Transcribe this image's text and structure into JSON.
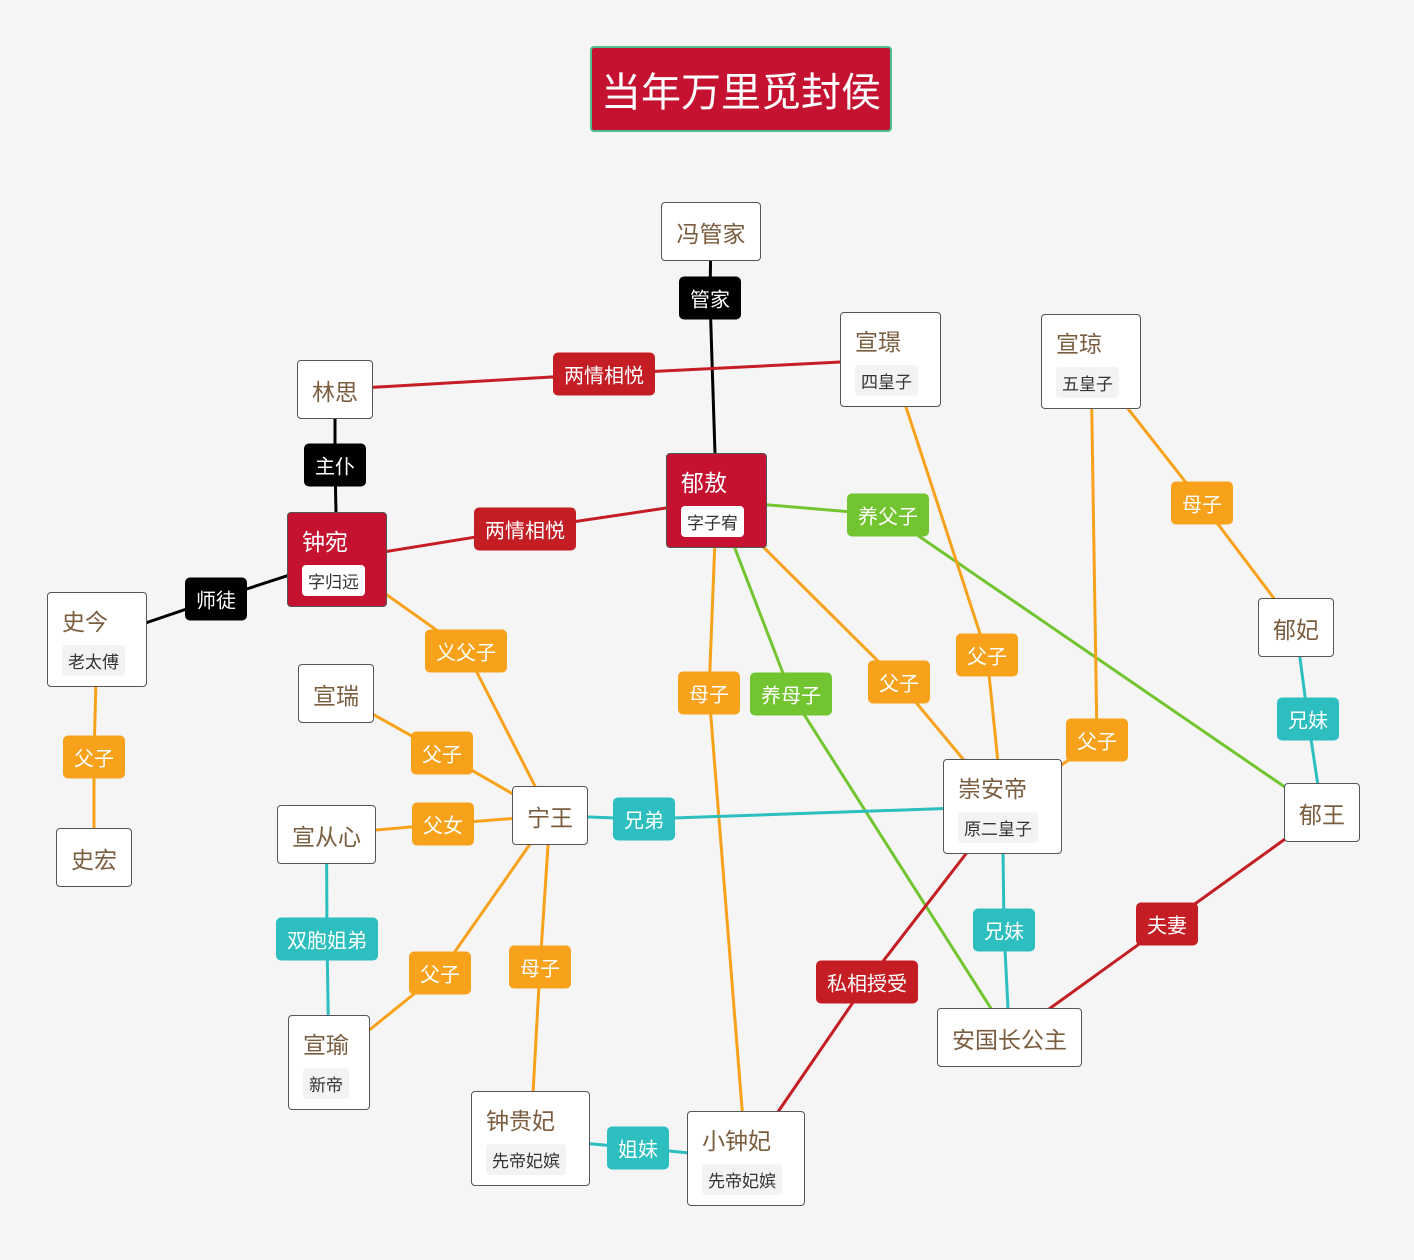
{
  "title": "当年万里觅封侯",
  "colors": {
    "red": "#c41d24",
    "black": "#000000",
    "orange": "#f8a21c",
    "green": "#72c530",
    "teal": "#2dbfc0",
    "node_red": "#c41230"
  },
  "nodes": [
    {
      "id": "feng",
      "name": "冯管家"
    },
    {
      "id": "linsi",
      "name": "林思"
    },
    {
      "id": "xuanjing",
      "name": "宣璟",
      "sub": "四皇子"
    },
    {
      "id": "xuanqiong",
      "name": "宣琼",
      "sub": "五皇子"
    },
    {
      "id": "yuao",
      "name": "郁敖",
      "sub": "字子宥",
      "highlight": true
    },
    {
      "id": "zhongwan",
      "name": "钟宛",
      "sub": "字归远",
      "highlight": true
    },
    {
      "id": "shijin",
      "name": "史今",
      "sub": "老太傅"
    },
    {
      "id": "yufei",
      "name": "郁妃"
    },
    {
      "id": "xuanrui",
      "name": "宣瑞"
    },
    {
      "id": "ningwang",
      "name": "宁王"
    },
    {
      "id": "xuancongxin",
      "name": "宣从心"
    },
    {
      "id": "chongan",
      "name": "崇安帝",
      "sub": "原二皇子"
    },
    {
      "id": "yuwang",
      "name": "郁王"
    },
    {
      "id": "shihong",
      "name": "史宏"
    },
    {
      "id": "xuanyu",
      "name": "宣瑜",
      "sub": "新帝"
    },
    {
      "id": "anguo",
      "name": "安国长公主"
    },
    {
      "id": "zhongguifei",
      "name": "钟贵妃",
      "sub": "先帝妃嫔"
    },
    {
      "id": "xiaozhongfei",
      "name": "小钟妃",
      "sub": "先帝妃嫔"
    }
  ],
  "edges": [
    {
      "from": "feng",
      "to": "yuao",
      "label": "管家",
      "type": "black"
    },
    {
      "from": "linsi",
      "to": "xuanjing",
      "label": "两情相悦",
      "type": "red"
    },
    {
      "from": "linsi",
      "to": "zhongwan",
      "label": "主仆",
      "type": "black"
    },
    {
      "from": "zhongwan",
      "to": "yuao",
      "label": "两情相悦",
      "type": "red"
    },
    {
      "from": "zhongwan",
      "to": "shijin",
      "label": "师徒",
      "type": "black"
    },
    {
      "from": "yuao",
      "to": "yuwang",
      "label": "养父子",
      "type": "green"
    },
    {
      "from": "xuanqiong",
      "to": "yufei",
      "label": "母子",
      "type": "orange"
    },
    {
      "from": "shijin",
      "to": "shihong",
      "label": "父子",
      "type": "orange"
    },
    {
      "from": "zhongwan",
      "to": "ningwang",
      "label": "义父子",
      "type": "orange"
    },
    {
      "from": "yuao",
      "to": "xiaozhongfei",
      "label": "母子",
      "type": "orange"
    },
    {
      "from": "yuao",
      "to": "anguo",
      "label": "养母子",
      "type": "green"
    },
    {
      "from": "yuao",
      "to": "chongan",
      "label": "父子",
      "type": "orange"
    },
    {
      "from": "xuanjing",
      "to": "chongan",
      "label": "父子",
      "type": "orange"
    },
    {
      "from": "xuanqiong",
      "to": "chongan",
      "label": "父子",
      "type": "orange"
    },
    {
      "from": "yufei",
      "to": "yuwang",
      "label": "兄妹",
      "type": "teal"
    },
    {
      "from": "xuanrui",
      "to": "ningwang",
      "label": "父子",
      "type": "orange"
    },
    {
      "from": "xuancongxin",
      "to": "ningwang",
      "label": "父女",
      "type": "orange"
    },
    {
      "from": "ningwang",
      "to": "chongan",
      "label": "兄弟",
      "type": "teal"
    },
    {
      "from": "xuancongxin",
      "to": "xuanyu",
      "label": "双胞姐弟",
      "type": "teal"
    },
    {
      "from": "ningwang",
      "to": "xuanyu",
      "label": "父子",
      "type": "orange"
    },
    {
      "from": "ningwang",
      "to": "zhongguifei",
      "label": "母子",
      "type": "orange"
    },
    {
      "from": "chongan",
      "to": "xiaozhongfei",
      "label": "私相授受",
      "type": "red"
    },
    {
      "from": "chongan",
      "to": "anguo",
      "label": "兄妹",
      "type": "teal"
    },
    {
      "from": "yuwang",
      "to": "anguo",
      "label": "夫妻",
      "type": "red"
    },
    {
      "from": "zhongguifei",
      "to": "xiaozhongfei",
      "label": "姐妹",
      "type": "teal"
    }
  ]
}
